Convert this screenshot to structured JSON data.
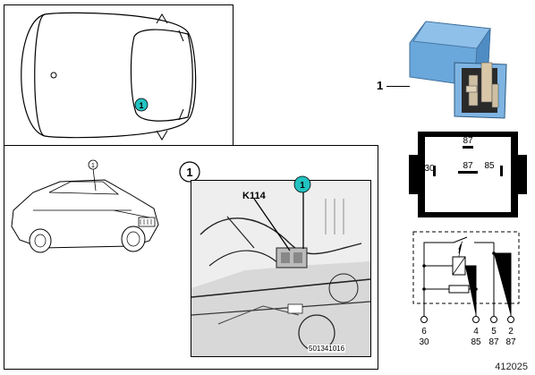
{
  "callout_number": "1",
  "relay_part_label": "1",
  "connector_label": "K114",
  "photo_code": "501341016",
  "diagram_id": "412025",
  "relay_pins": {
    "top": "87",
    "left": "30",
    "center": "87",
    "right": "85"
  },
  "schematic_terminals": [
    {
      "num": "6",
      "name": "30"
    },
    {
      "num": "4",
      "name": "85"
    },
    {
      "num": "5",
      "name": "87"
    },
    {
      "num": "2",
      "name": "87"
    }
  ],
  "colors": {
    "callout_fill": "#22c2c0",
    "relay_blue": "#6aa8dc",
    "line": "#000000"
  }
}
